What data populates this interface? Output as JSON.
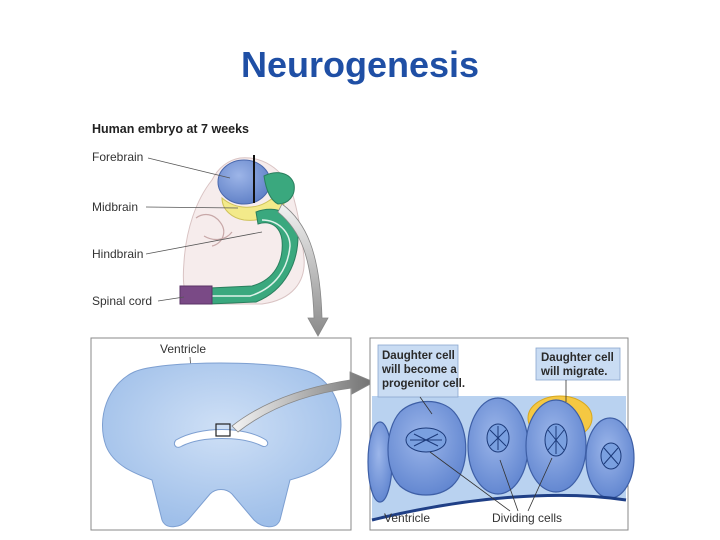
{
  "title": "Neurogenesis",
  "embryo": {
    "heading": "Human embryo at 7 weeks",
    "labels": {
      "forebrain": "Forebrain",
      "midbrain": "Midbrain",
      "hindbrain": "Hindbrain",
      "spinal_cord": "Spinal cord"
    }
  },
  "section_panel": {
    "ventricle_label": "Ventricle"
  },
  "cell_panel": {
    "callout_progenitor": [
      "Daughter cell",
      "will become a",
      "progenitor cell."
    ],
    "callout_migrate": [
      "Daughter cell",
      "will migrate."
    ],
    "ventricle_label": "Ventricle",
    "dividing_label": "Dividing cells"
  },
  "colors": {
    "title": "#1f4fa5",
    "forebrain": "#6f8fd0",
    "midbrain": "#f3ea8a",
    "hindbrain": "#3aa87e",
    "spinal_cord_end": "#7a4a86",
    "tissue": "#a9c6ec",
    "cell": "#6d8fd6",
    "migrating_cell": "#f5c842",
    "callout_bg": "#c9dcf3"
  }
}
